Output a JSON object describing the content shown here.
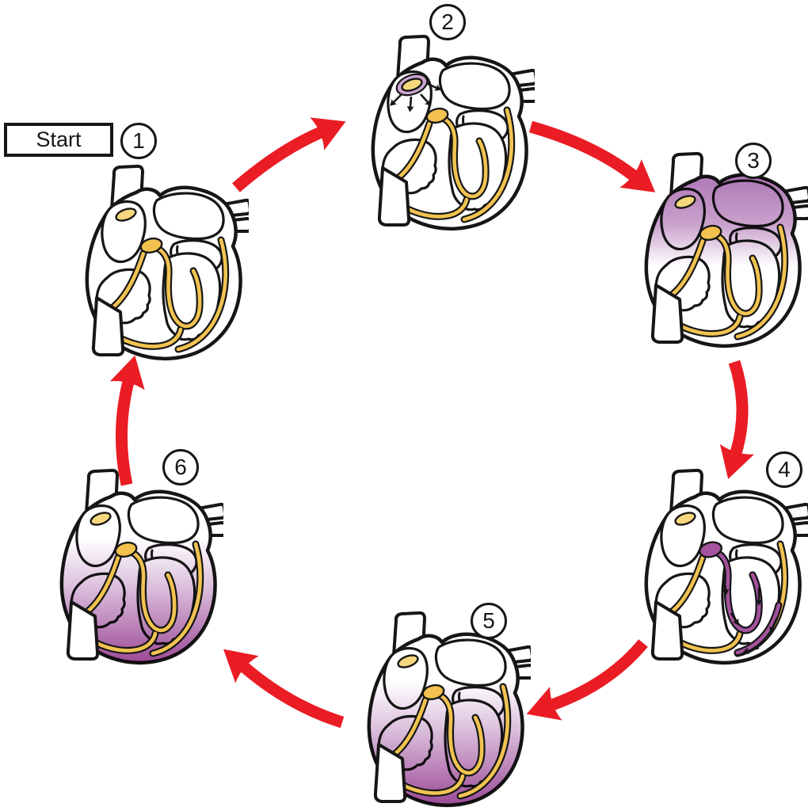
{
  "figure": {
    "start_label": "Start",
    "steps": [
      {
        "number": "1",
        "highlight": "none"
      },
      {
        "number": "2",
        "highlight": "sa-node-firing"
      },
      {
        "number": "3",
        "highlight": "atria-depolarized"
      },
      {
        "number": "4",
        "highlight": "av-node-and-bundle"
      },
      {
        "number": "5",
        "highlight": "ventricles-depolarized"
      },
      {
        "number": "6",
        "highlight": "ventricles-depolarized"
      }
    ],
    "flow": [
      {
        "from": "1",
        "to": "2"
      },
      {
        "from": "2",
        "to": "3"
      },
      {
        "from": "3",
        "to": "4"
      },
      {
        "from": "4",
        "to": "5"
      },
      {
        "from": "5",
        "to": "6"
      },
      {
        "from": "6",
        "to": "1"
      }
    ],
    "colors": {
      "flow_arrow_red": "#EA1C24",
      "conduction_yellow": "#F1C351",
      "sa_node_yellow": "#F6D77E",
      "av_node_yellow": "#F2C14E",
      "node_ring_lavender": "#CBA4CF",
      "atria_highlight_purple": "#AE77B5",
      "ventricle_highlight_purple": "#9A4694",
      "conduction_highlight_purple": "#A4539F",
      "outline_black": "#161616"
    },
    "icons": {
      "heart": "heart-cross-section-icon",
      "arrow": "curved-flow-arrow-icon"
    }
  }
}
